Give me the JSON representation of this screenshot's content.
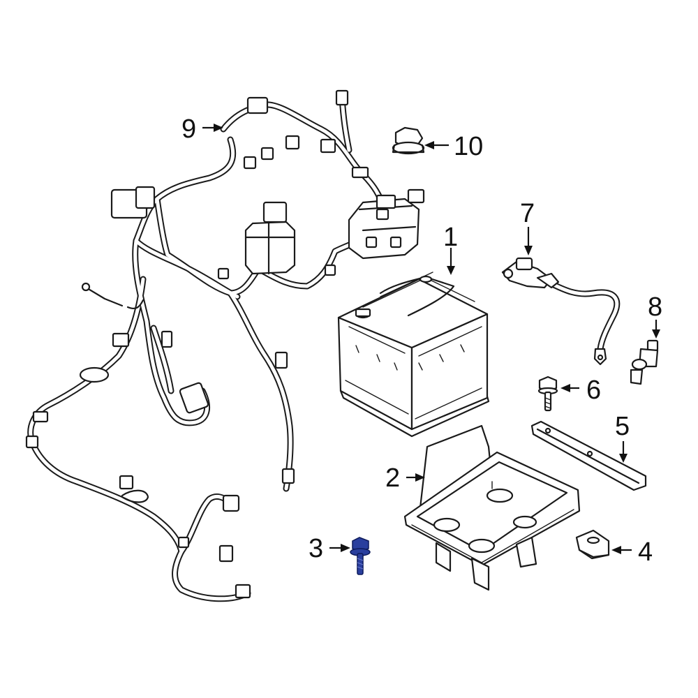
{
  "diagram": {
    "callouts": [
      {
        "id": "1",
        "label": "1"
      },
      {
        "id": "2",
        "label": "2"
      },
      {
        "id": "3",
        "label": "3"
      },
      {
        "id": "4",
        "label": "4"
      },
      {
        "id": "5",
        "label": "5"
      },
      {
        "id": "6",
        "label": "6"
      },
      {
        "id": "7",
        "label": "7"
      },
      {
        "id": "8",
        "label": "8"
      },
      {
        "id": "9",
        "label": "9"
      },
      {
        "id": "10",
        "label": "10"
      }
    ],
    "colors": {
      "line": "#1a1a1a",
      "highlight": "#2a3f9e",
      "background": "#ffffff"
    },
    "highlighted_part": "3"
  }
}
